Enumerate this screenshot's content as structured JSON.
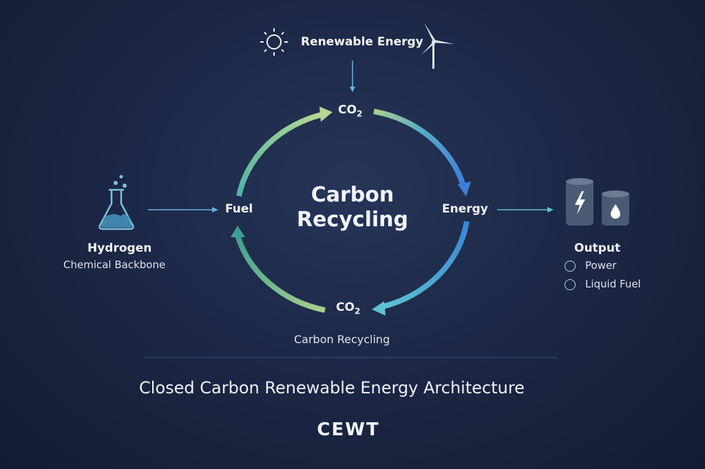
{
  "top": {
    "label": "Renewable Energy",
    "icons": [
      "sun-icon",
      "wind-turbine-icon"
    ]
  },
  "cycle": {
    "center_title_line1": "Carbon",
    "center_title_line2": "Recycling",
    "node_top": "CO",
    "node_top_sub": "2",
    "node_right": "Energy",
    "node_bottom": "CO",
    "node_bottom_sub": "2",
    "node_left": "Fuel",
    "bottom_caption": "Carbon Recycling"
  },
  "left": {
    "title": "Hydrogen",
    "subtitle": "Chemical Backbone",
    "icon": "flask-icon"
  },
  "right": {
    "title": "Output",
    "items": [
      "Power",
      "Liquid Fuel"
    ],
    "icons": [
      "battery-lightning-icon",
      "fuel-drop-tank-icon"
    ]
  },
  "footer": {
    "title": "Closed Carbon Renewable Energy Architecture",
    "brand": "CEWT"
  },
  "colors": {
    "background": "#1c2846",
    "arrow_green": "#a8d08d",
    "arrow_teal": "#4fb3a6",
    "arrow_blue": "#3d7fd9",
    "connector": "#5fb4e6"
  }
}
